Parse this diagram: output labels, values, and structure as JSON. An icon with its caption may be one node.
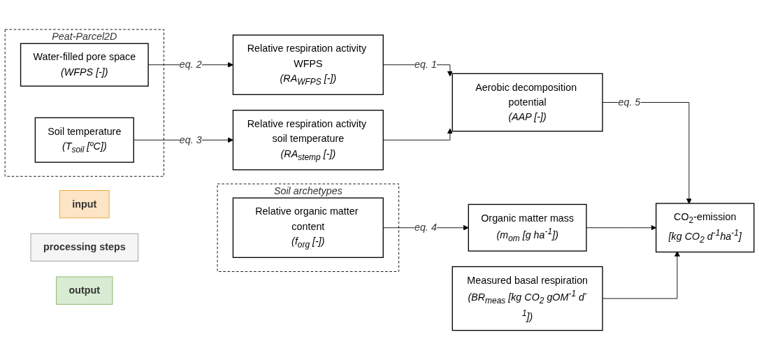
{
  "diagram": {
    "nodes": [
      {
        "text": [
          "input"
        ]
      },
      {
        "text": [
          "processing steps"
        ]
      },
      {
        "text": [
          "output"
        ]
      },
      {
        "text": [
          "Peat-Parcel2D"
        ]
      },
      {
        "text": [
          "Water-filled pore space",
          "(WFPS [-])"
        ],
        "in": 3
      },
      {
        "text": [
          "Soil temperature",
          "(T$_{soil}$ [ºC])"
        ],
        "in": 3
      },
      {
        "text": [
          "Relative respiration activity WFPS",
          "(RA$_{WFPS}$ [-])"
        ]
      },
      {
        "text": [
          "Relative respiration activity soil temperature",
          "(RA$_{stemp}$ [-])"
        ]
      },
      {
        "text": [
          "Aerobic decomposition potential",
          "(AAP [-])"
        ]
      },
      {
        "text": [
          "CO$_{2}$-emission",
          "[kg CO$_{2}$ d$^{-1}$ha$^{-1}$]"
        ]
      },
      {
        "text": [
          "Soil archetypes"
        ]
      },
      {
        "text": [
          "Relative organic matter content",
          "(f$_{org}$ [-])"
        ],
        "in": 10
      },
      {
        "text": [
          "Organic matter mass",
          "(m$_{om}$ [g ha$^{-1}$])"
        ]
      },
      {
        "text": [
          "Measured basal respiration",
          "(BR$_{meas}$ [kg CO$_{2}$ gOM$^{-1}$ d$^{-1}$])"
        ]
      }
    ],
    "edges": [
      {
        "from": 4,
        "to": 6,
        "arrow": "to",
        "label": "eq. 2"
      },
      {
        "from": 5,
        "to": 7,
        "arrow": "to",
        "label": "eq. 3"
      },
      {
        "from": 6,
        "to": 8,
        "arrow": "to",
        "label": "eq. 1"
      },
      {
        "from": 7,
        "to": 8,
        "arrow": "to"
      },
      {
        "from": 11,
        "to": 12,
        "arrow": "to",
        "label": "eq. 4"
      },
      {
        "from": 8,
        "to": 9,
        "arrow": "to",
        "label": "eq. 5"
      },
      {
        "from": 12,
        "to": 9,
        "arrow": "to"
      },
      {
        "from": 13,
        "to": 9,
        "arrow": "to"
      }
    ]
  }
}
